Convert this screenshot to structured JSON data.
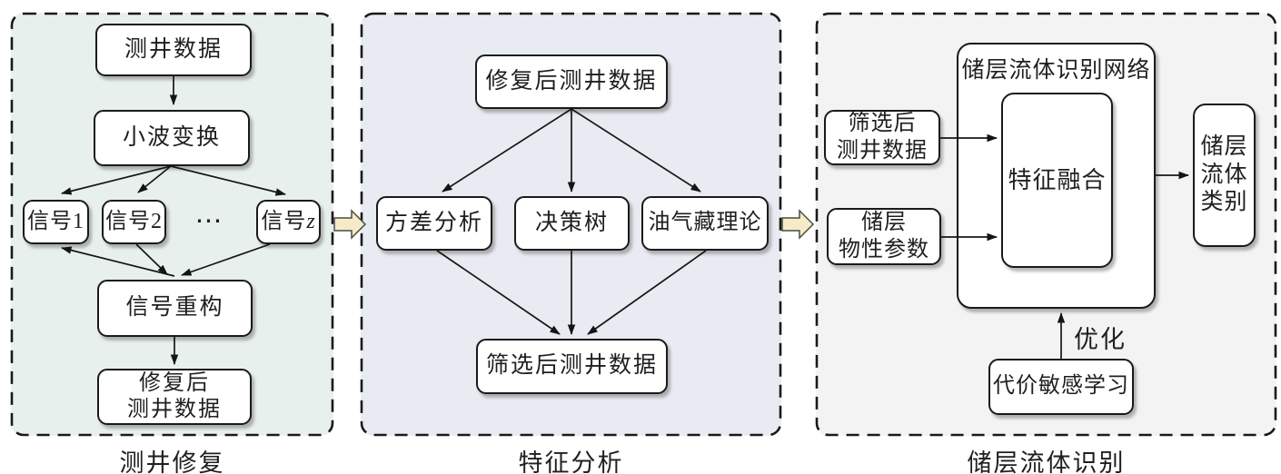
{
  "colors": {
    "panel_left_bg": "#e8f0ed",
    "panel_middle_bg": "#e9ebf2",
    "panel_right_bg": "#f4f3f4",
    "box_border": "#1a1a1a",
    "connector_arrow_fill": "#f5ebc9",
    "text": "#1f1f1f"
  },
  "left_panel": {
    "caption": "测井修复",
    "boxes": {
      "logging_data": "测井数据",
      "wavelet_transform": "小波变换",
      "signal_1": "信号1",
      "signal_2": "信号2",
      "ellipsis": "⋯",
      "signal_z_prefix": "信号",
      "signal_z_var": "z",
      "signal_reconstruction": "信号重构",
      "repaired_line1": "修复后",
      "repaired_line2": "测井数据"
    }
  },
  "middle_panel": {
    "caption": "特征分析",
    "boxes": {
      "repaired_logging_data": "修复后测井数据",
      "variance_analysis": "方差分析",
      "decision_tree": "决策树",
      "reservoir_theory": "油气藏理论",
      "filtered_logging_data": "筛选后测井数据"
    }
  },
  "right_panel": {
    "caption": "储层流体识别",
    "network_label": "储层流体识别网络",
    "boxes": {
      "filtered_line1": "筛选后",
      "filtered_line2": "测井数据",
      "property_line1": "储层",
      "property_line2": "物性参数",
      "feature_fusion": "特征融合",
      "fluid_class_line1": "储层",
      "fluid_class_line2": "流体",
      "fluid_class_line3": "类别",
      "cost_sensitive_learning": "代价敏感学习",
      "optimize_label": "优化"
    }
  }
}
